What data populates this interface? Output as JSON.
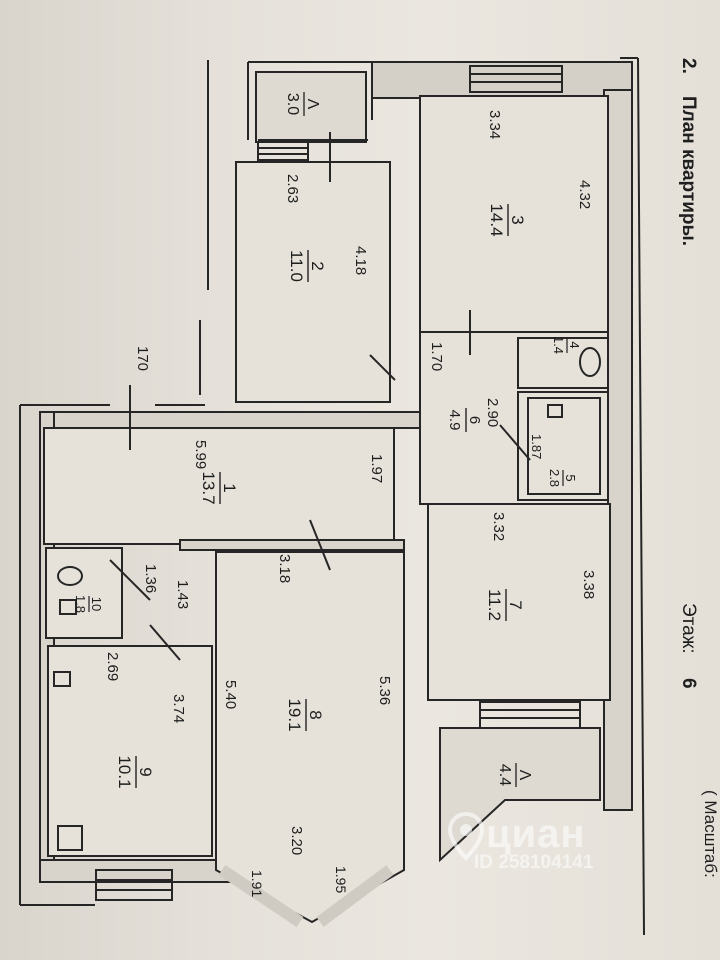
{
  "header": {
    "number": "2.",
    "title": "План квартиры.",
    "floor_label": "Этаж:",
    "floor_value": "6",
    "scale_label": "( Масштаб:"
  },
  "watermark": {
    "brand": "циан",
    "id": "ID 258104141"
  },
  "rooms": [
    {
      "number": "1",
      "area": "13.7"
    },
    {
      "number": "2",
      "area": "11.0"
    },
    {
      "number": "3",
      "area": "14.4"
    },
    {
      "number": "4",
      "area": "1.4"
    },
    {
      "number": "5",
      "area": "2.8"
    },
    {
      "number": "6",
      "area": "4.9"
    },
    {
      "number": "7",
      "area": "11.2"
    },
    {
      "number": "8",
      "area": "19.1"
    },
    {
      "number": "9",
      "area": "10.1"
    },
    {
      "number": "10",
      "area": "1.8"
    }
  ],
  "balconies": [
    {
      "mark": "Λ",
      "area": "3.0"
    },
    {
      "mark": "Λ",
      "area": "4.4"
    }
  ],
  "dimensions": {
    "d_334": "3.34",
    "d_432": "4.32",
    "d_263": "2.63",
    "d_418": "4.18",
    "d_170a": "170",
    "d_170b": "1.70",
    "d_599": "5.99",
    "d_290": "2.90",
    "d_187": "1.87",
    "d_197": "1.97",
    "d_332": "3.32",
    "d_338": "3.38",
    "d_318": "3.18",
    "d_136": "1.36",
    "d_143": "1.43",
    "d_269": "2.69",
    "d_374": "3.74",
    "d_540": "5.40",
    "d_536": "5.36",
    "d_320": "3.20",
    "d_191": "1.91",
    "d_195": "1.95"
  }
}
